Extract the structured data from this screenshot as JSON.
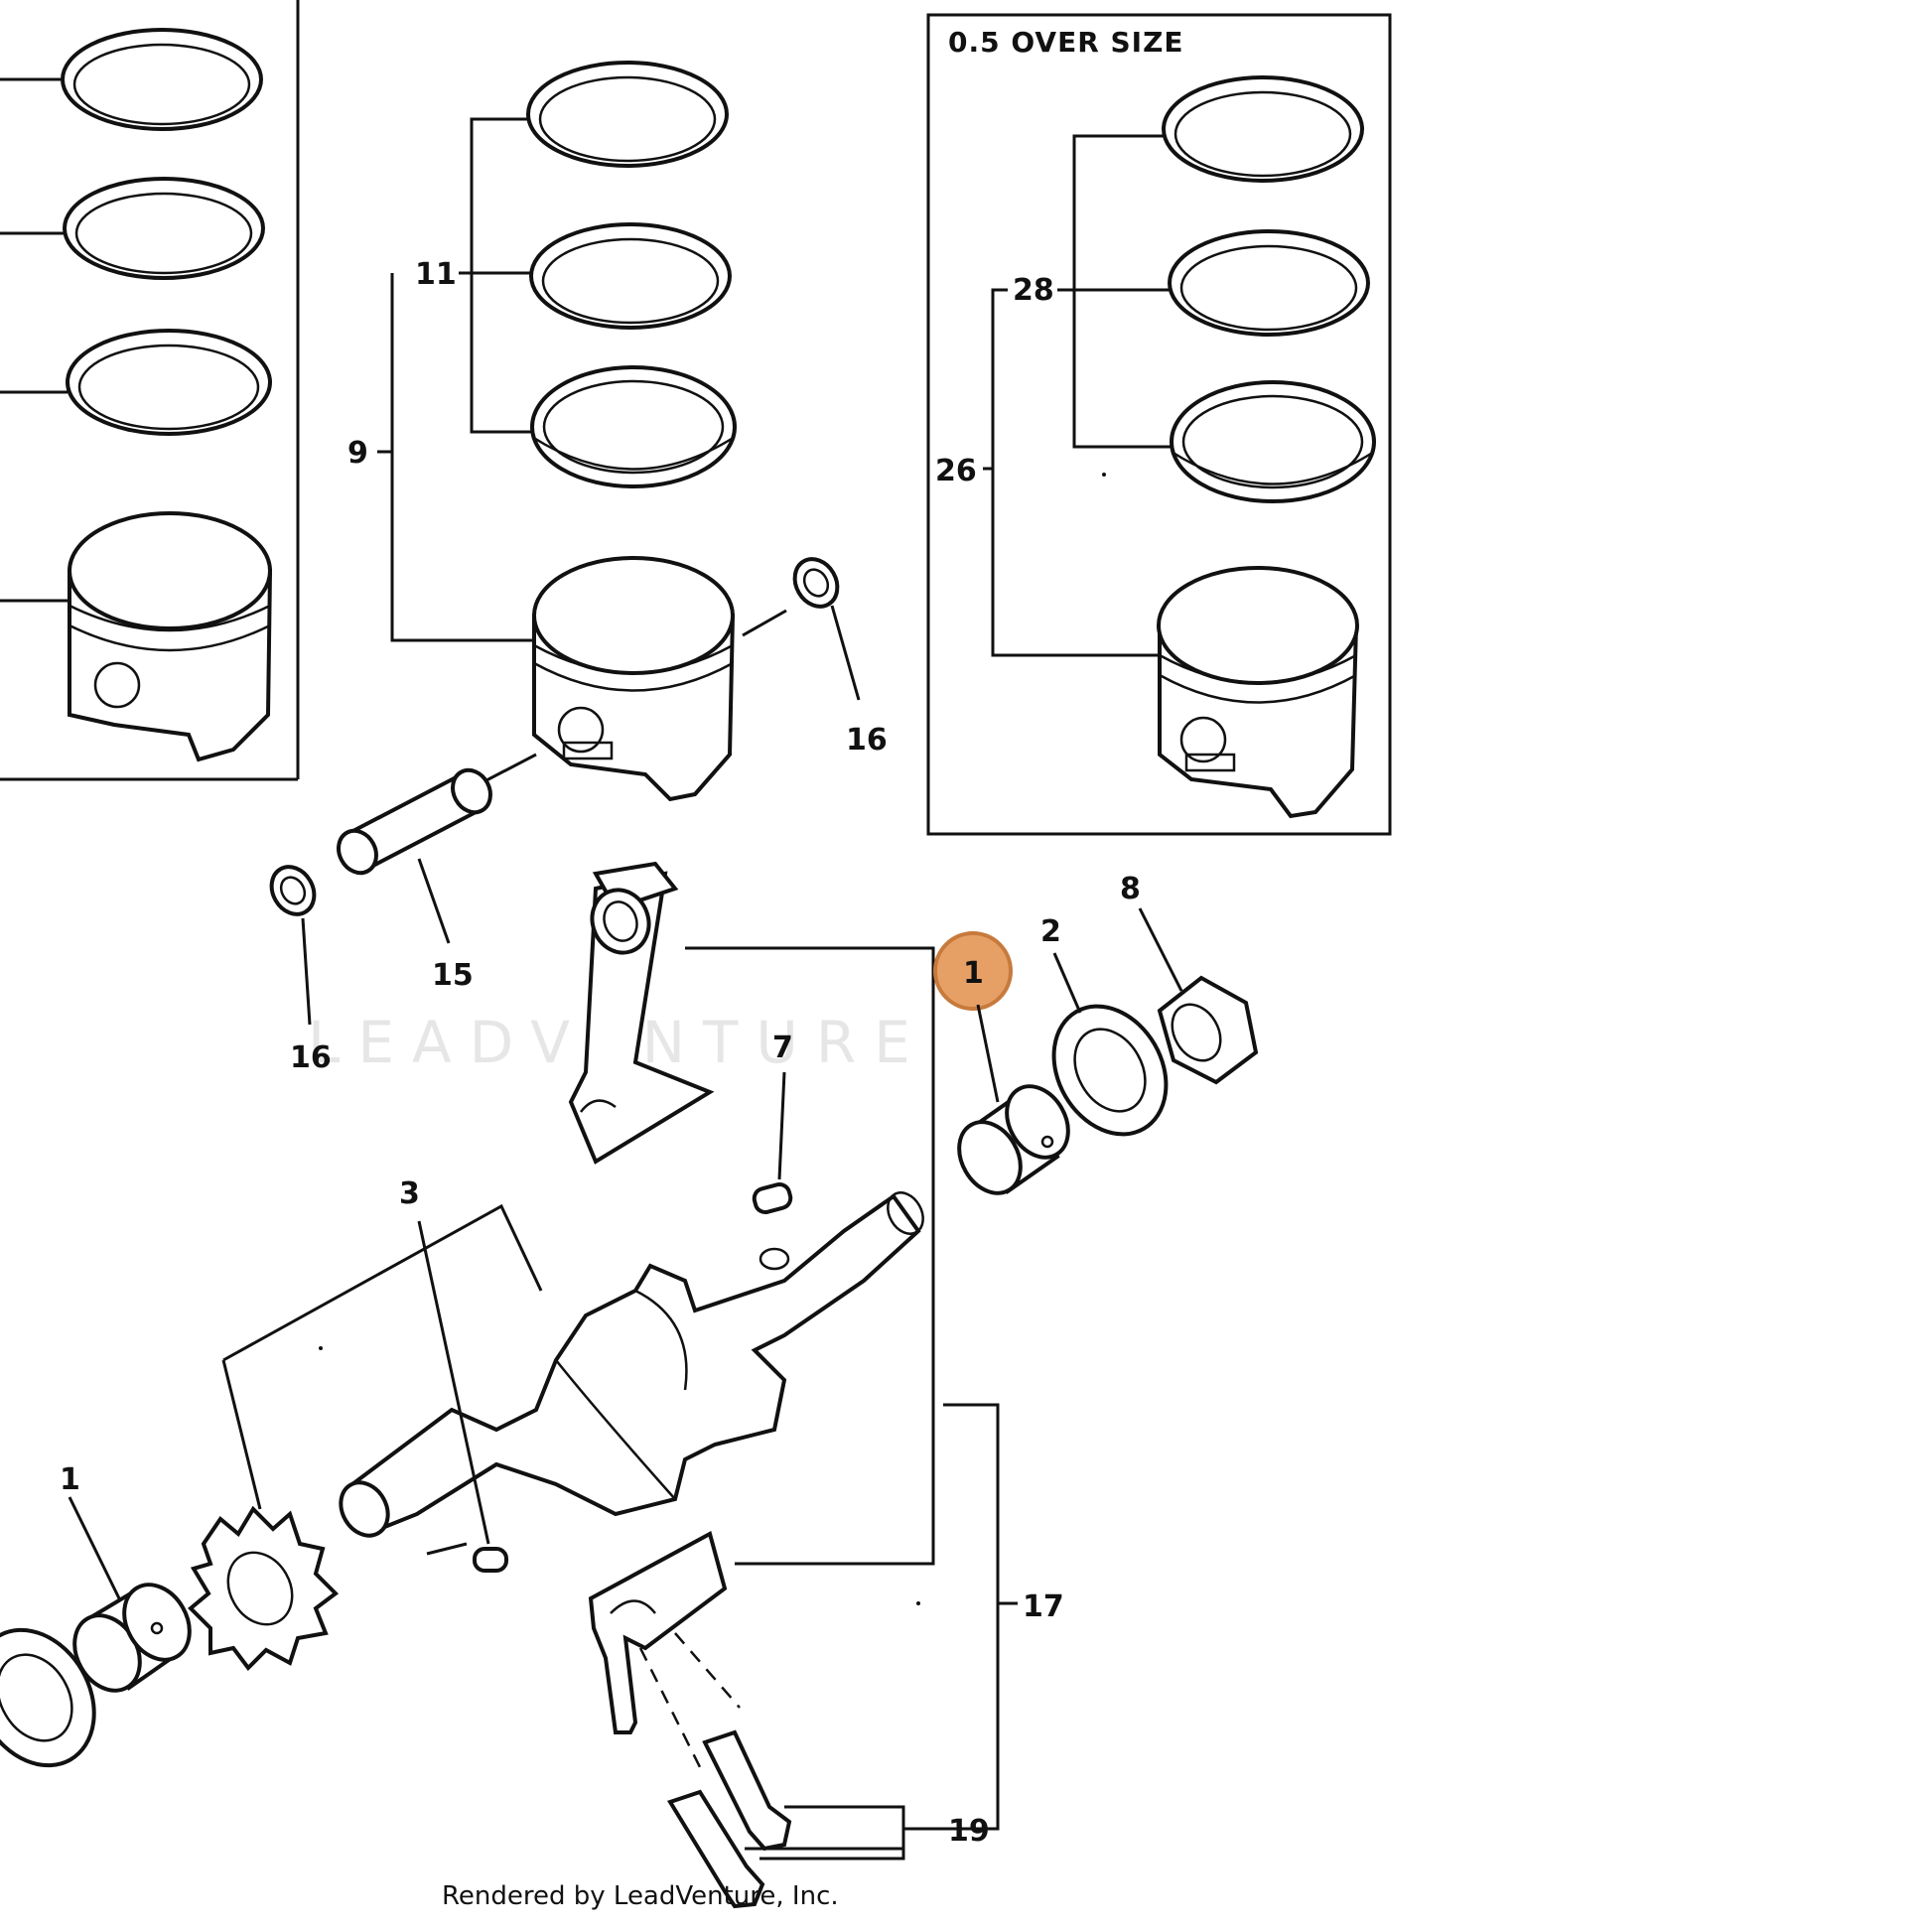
{
  "diagram": {
    "box_title": "0.5 OVER SIZE",
    "watermark": "LEADVENTURE",
    "credit": "Rendered by LeadVenture, Inc.",
    "highlight_color": "#e6a066",
    "labels": {
      "l11": "11",
      "l9": "9",
      "l16a": "16",
      "l15": "15",
      "l16b": "16",
      "l28": "28",
      "l26": "26",
      "l8": "8",
      "l2": "2",
      "l1_highlight": "1",
      "l7": "7",
      "l3": "3",
      "l1": "1",
      "l17": "17",
      "l19": "19"
    }
  }
}
